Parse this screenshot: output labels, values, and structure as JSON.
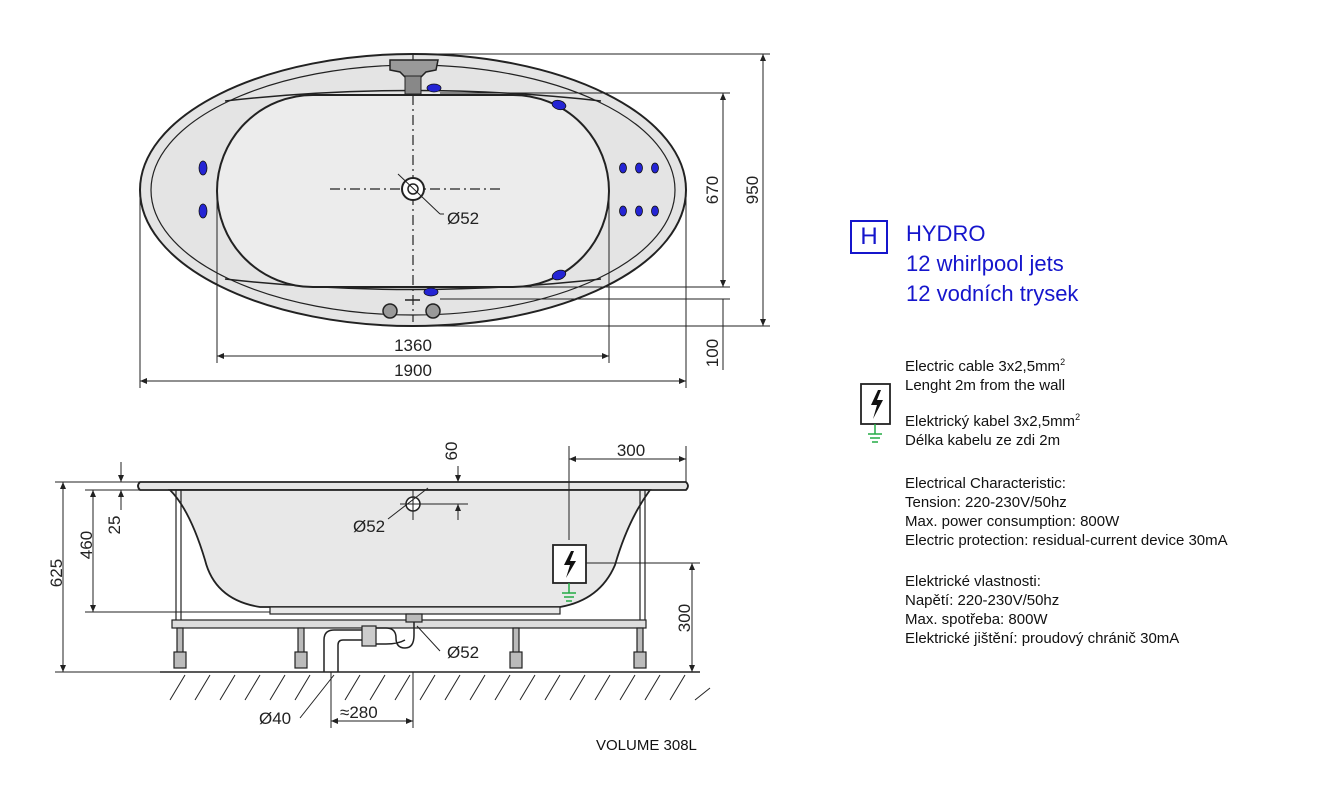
{
  "dimensions": {
    "top_view": {
      "width_outer": "1900",
      "width_inner": "1360",
      "height_outer": "950",
      "height_inner": "670",
      "rim": "100",
      "drain": "Ø52"
    },
    "side_view": {
      "height_total": "625",
      "height_inner": "460",
      "rim_offset": "25",
      "overflow_height": "60",
      "overflow_offset": "300",
      "cable_height": "300",
      "overflow_dia": "Ø52",
      "drain_dia": "Ø52",
      "waste_dia": "Ø40",
      "waste_offset": "≈280"
    }
  },
  "hydro": {
    "badge": "H",
    "lines": [
      "HYDRO",
      "12 whirlpool jets",
      "12 vodních trysek"
    ]
  },
  "electric": {
    "cable_en_1": "Electric cable 3x2,5mm",
    "cable_sup": "2",
    "cable_en_2": "Lenght 2m from the wall",
    "cable_cz_1": "Elektrický kabel 3x2,5mm",
    "cable_cz_2": "Délka kabelu ze zdi 2m",
    "char_en": [
      "Electrical Characteristic:",
      "Tension: 220-230V/50hz",
      "Max. power consumption: 800W",
      "Electric protection: residual-current device 30mA"
    ],
    "char_cz": [
      "Elektrické vlastnosti:",
      "Napětí: 220-230V/50hz",
      "Max. spotřeba: 800W",
      "Elektrické jištění: proudový chránič 30mA"
    ]
  },
  "volume": "VOLUME 308L",
  "colors": {
    "jet": "#2424d4",
    "line": "#222222",
    "fill": "#e6e6e6",
    "accent": "#1515cc",
    "ground": "#22aa44"
  }
}
